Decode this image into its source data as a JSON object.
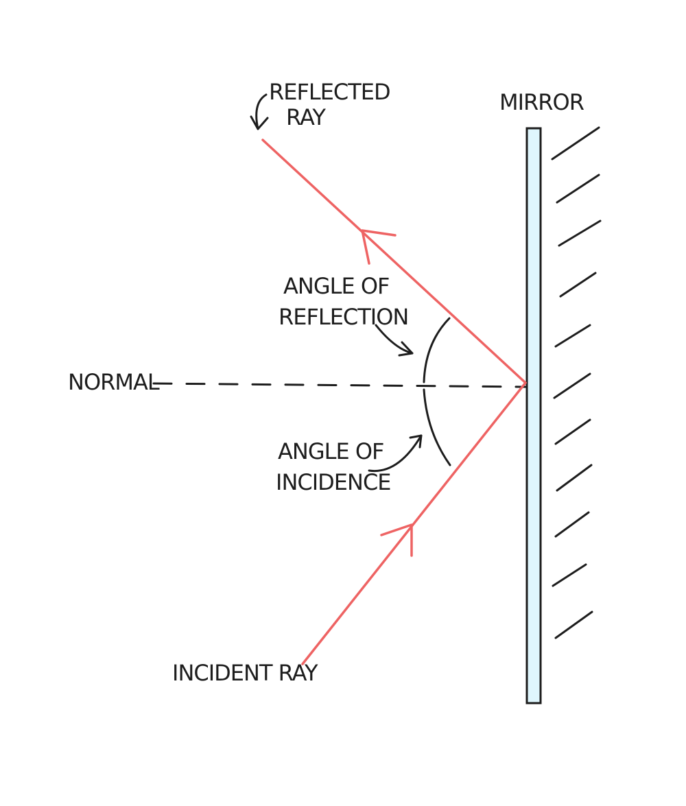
{
  "labels": {
    "mirror": "MIRROR",
    "reflected_ray_line1": "REFLECTED",
    "reflected_ray_line2": "RAY",
    "angle_of_reflection_line1": "ANGLE OF",
    "angle_of_reflection_line2": "REFLECTION",
    "normal": "NORMAL",
    "angle_of_incidence_line1": "ANGLE OF",
    "angle_of_incidence_line2": "INCIDENCE",
    "incident_ray": "INCIDENT RAY"
  },
  "colors": {
    "ray": "#ee6363",
    "mirror_fill": "#dff6fd",
    "ink": "#1d1d1d",
    "background": "#ffffff"
  }
}
